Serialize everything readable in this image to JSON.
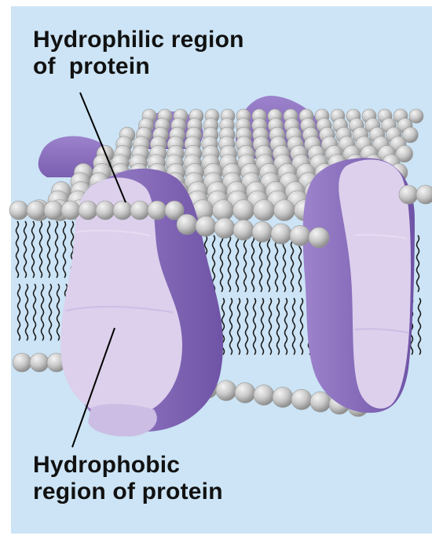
{
  "labels": {
    "hydrophilic": {
      "line1": "Hydrophilic region",
      "line2": "of  protein"
    },
    "hydrophobic": {
      "line1": "Hydrophobic",
      "line2": "region of protein"
    }
  },
  "colors": {
    "background": "#cce4f5",
    "protein_dark": "#8a6dbd",
    "protein_mid": "#a48ad0",
    "protein_light": "#dcd0ec",
    "phospholipid_head": "#c9c9c9",
    "phospholipid_tail": "#1a1a1a",
    "text": "#111111"
  }
}
